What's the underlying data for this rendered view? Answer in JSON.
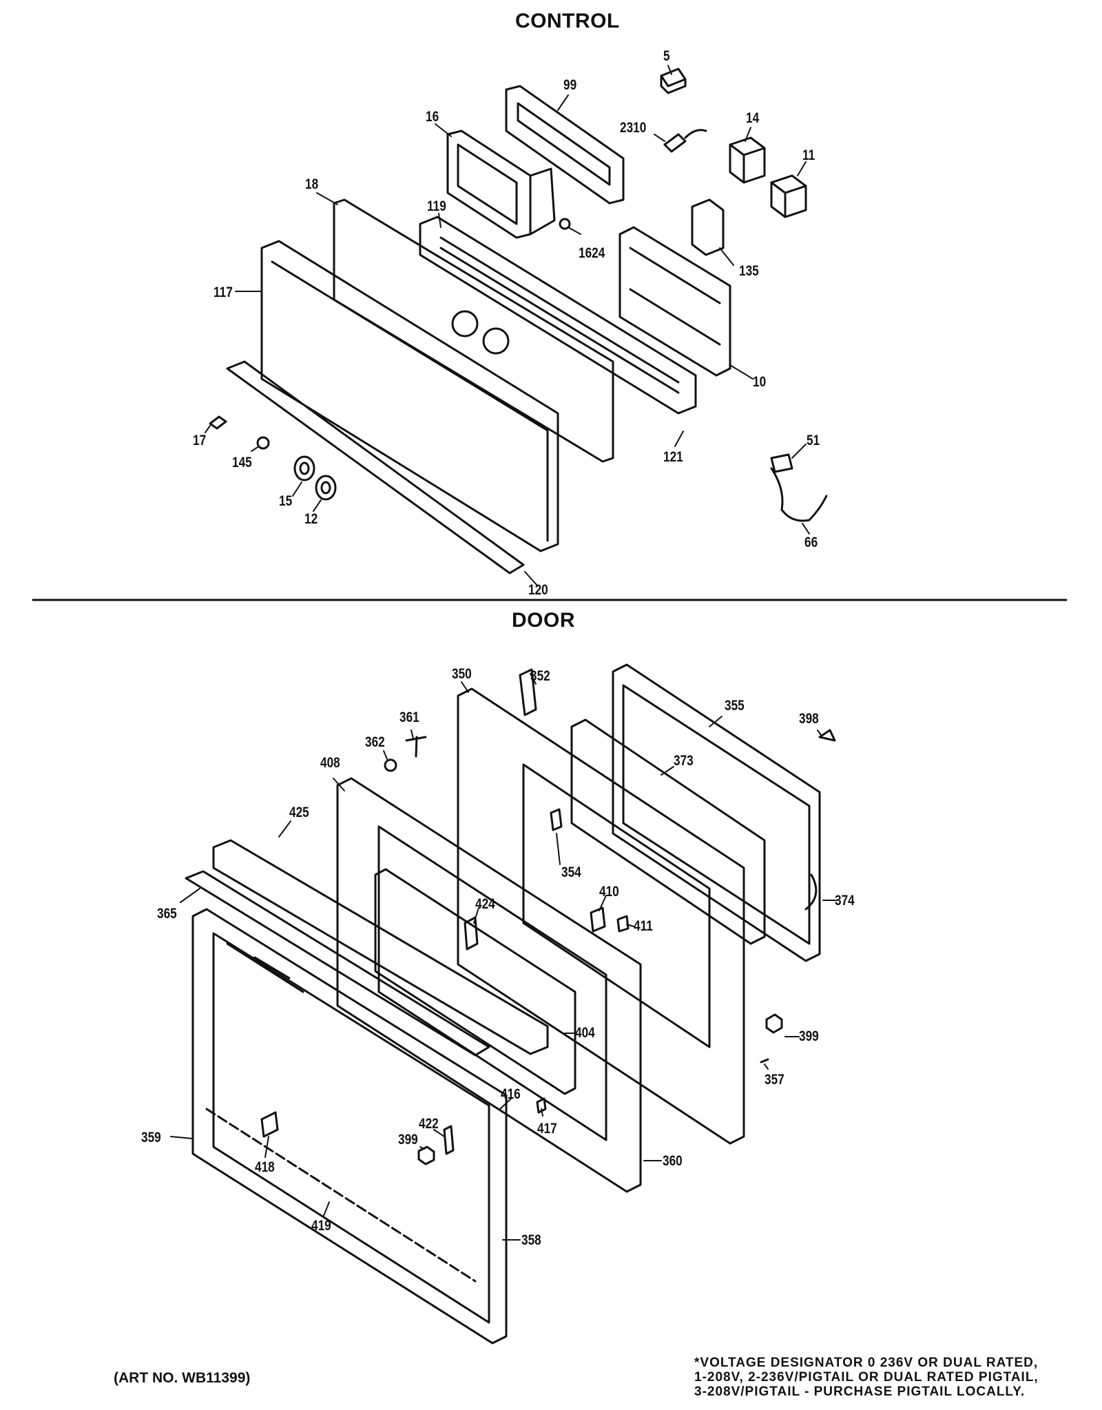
{
  "sections": {
    "control_title": "CONTROL",
    "door_title": "DOOR"
  },
  "callouts": {
    "c5": "5",
    "c99": "99",
    "c16": "16",
    "c2310": "2310",
    "c14": "14",
    "c11": "11",
    "c18": "18",
    "c119": "119",
    "c1624": "1624",
    "c135": "135",
    "c117": "117",
    "c10": "10",
    "c17": "17",
    "c145": "145",
    "c15": "15",
    "c12": "12",
    "c121": "121",
    "c51": "51",
    "c66": "66",
    "c120": "120",
    "c350": "350",
    "c352": "352",
    "c355": "355",
    "c398": "398",
    "c361": "361",
    "c362": "362",
    "c373": "373",
    "c408": "408",
    "c425": "425",
    "c354": "354",
    "c374": "374",
    "c365": "365",
    "c424": "424",
    "c410": "410",
    "c411": "411",
    "c404": "404",
    "c399a": "399",
    "c357": "357",
    "c416": "416",
    "c422": "422",
    "c399b": "399",
    "c417": "417",
    "c359": "359",
    "c418": "418",
    "c360": "360",
    "c419": "419",
    "c358": "358"
  },
  "footer": {
    "art_no": "(ART NO. WB11399)",
    "note_lines": [
      "*VOLTAGE DESIGNATOR 0 236V OR DUAL RATED,",
      "1-208V, 2-236V/PIGTAIL OR DUAL RATED PIGTAIL,",
      "3-208V/PIGTAIL - PURCHASE PIGTAIL LOCALLY."
    ]
  }
}
